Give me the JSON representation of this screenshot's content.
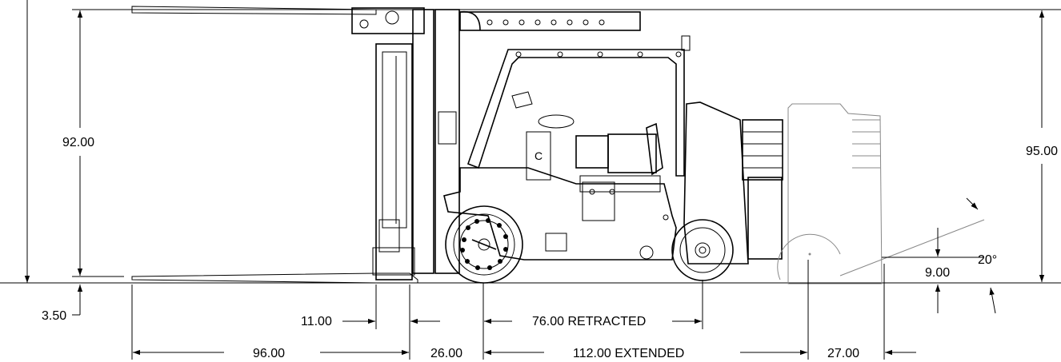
{
  "dimensions": {
    "fork_height": "92.00",
    "overall_height": "95.00",
    "floor_clearance": "3.50",
    "fork_face_offset": "11.00",
    "fork_length": "96.00",
    "front_overhang": "26.00",
    "wheelbase_retracted": "76.00 RETRACTED",
    "wheelbase_extended": "112.00 EXTENDED",
    "rear_overhang": "27.00",
    "ramp_rise": "9.00",
    "ramp_angle": "20°"
  }
}
